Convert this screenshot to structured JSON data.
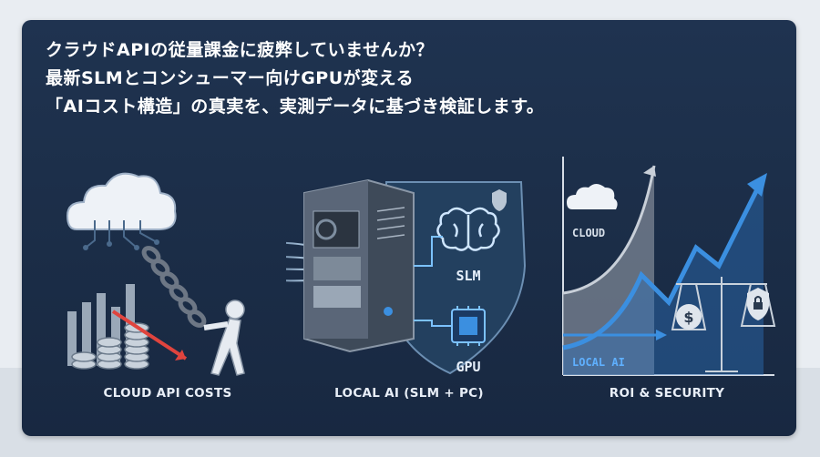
{
  "headline": {
    "line1": "クラウドAPIの従量課金に疲弊していませんか？",
    "line2": "最新SLMとコンシューマー向けGPUが変える",
    "line3": "「AIコスト構造」の真実を、実測データに基づき検証します。"
  },
  "panels": {
    "cloud": {
      "caption": "CLOUD API COSTS",
      "icon": "cloud-chain-icon"
    },
    "local": {
      "caption": "LOCAL AI (SLM + PC)",
      "slm_label": "SLM",
      "gpu_label": "GPU",
      "icon": "pc-tower-icon"
    },
    "roi": {
      "caption": "ROI & SECURITY",
      "cloud_label": "CLOUD",
      "local_label": "LOCAL AI",
      "icon": "balance-scale-icon"
    }
  },
  "colors": {
    "card_bg": "#1f3350",
    "accent_blue": "#3b8fe0",
    "down_arrow": "#e0443e",
    "text": "#ffffff"
  }
}
